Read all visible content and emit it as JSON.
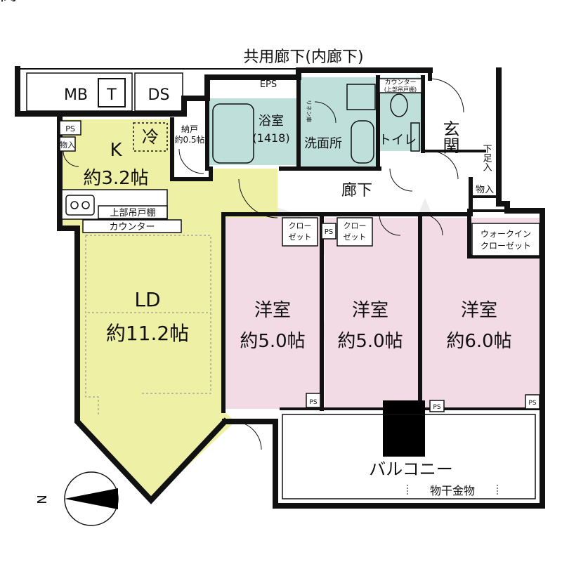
{
  "corridor_label": "共用廊下(内廊下)",
  "shafts": {
    "mb": "MB",
    "t": "T",
    "ds": "DS",
    "eps": "EPS"
  },
  "ps": "PS",
  "mono": "物入",
  "kitchen": {
    "name": "K",
    "size": "約3.2帖",
    "fridge": "冷",
    "upper_cabinet": "上部吊戸棚",
    "counter": "カウンター"
  },
  "closet_small": {
    "line1": "納戸",
    "line2": "約0.5帖"
  },
  "bath": {
    "name": "浴室",
    "size": "(1418)",
    "linen": "リネン庫"
  },
  "washroom": "洗面所",
  "toilet": {
    "name": "トイレ",
    "counter": "カウンター",
    "counter_note": "(上部吊戸棚)"
  },
  "entrance": "玄関",
  "shoe_box": "下足入",
  "hallway": "廊下",
  "living": {
    "name": "LD",
    "size": "約11.2帖"
  },
  "closet_label": {
    "line1": "クロー",
    "line2": "ゼット"
  },
  "walkin": {
    "line1": "ウォークイン",
    "line2": "クローゼット"
  },
  "rooms": [
    {
      "name": "洋室",
      "size": "約5.0帖"
    },
    {
      "name": "洋室",
      "size": "約5.0帖"
    },
    {
      "name": "洋室",
      "size": "約6.0帖"
    }
  ],
  "balcony": {
    "name": "バルコニー",
    "hardware": "物干金物"
  },
  "compass": "N",
  "colors": {
    "kitchen_living": "#eef0a6",
    "bedroom": "#f2dbe4",
    "wet_area": "#bfe0da",
    "wall": "#111111"
  }
}
